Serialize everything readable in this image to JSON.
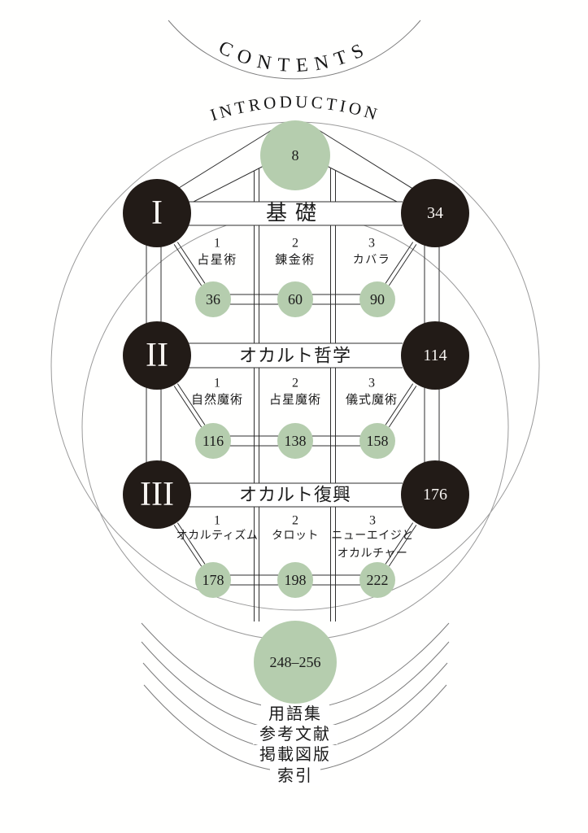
{
  "header": {
    "contents_label": "CONTENTS",
    "introduction_label": "INTRODUCTION",
    "introduction_page": "8"
  },
  "sections": [
    {
      "numeral": "I",
      "title": "基礎",
      "page": "34",
      "subsections": [
        {
          "no": "1",
          "title": "占星術",
          "page": "36"
        },
        {
          "no": "2",
          "title": "錬金術",
          "page": "60"
        },
        {
          "no": "3",
          "title": "カバラ",
          "page": "90"
        }
      ]
    },
    {
      "numeral": "II",
      "title": "オカルト哲学",
      "page": "114",
      "subsections": [
        {
          "no": "1",
          "title": "自然魔術",
          "page": "116"
        },
        {
          "no": "2",
          "title": "占星魔術",
          "page": "138"
        },
        {
          "no": "3",
          "title": "儀式魔術",
          "page": "158"
        }
      ]
    },
    {
      "numeral": "III",
      "title": "オカルト復興",
      "page": "176",
      "subsections": [
        {
          "no": "1",
          "title": "オカルティズム",
          "page": "178"
        },
        {
          "no": "2",
          "title": "タロット",
          "page": "198"
        },
        {
          "no": "3",
          "title": "ニューエイジと",
          "title2": "オカルチャー",
          "page": "222"
        }
      ]
    }
  ],
  "back_matter": {
    "page_range": "248–256",
    "items": [
      {
        "label": "用語集"
      },
      {
        "label": "参考文献"
      },
      {
        "label": "掲載図版"
      },
      {
        "label": "索引"
      }
    ]
  },
  "colors": {
    "accent_green": "#b5cdae",
    "node_black": "#221b17",
    "line": "#2e2e2e",
    "arc_gray": "#9a9a9a"
  }
}
